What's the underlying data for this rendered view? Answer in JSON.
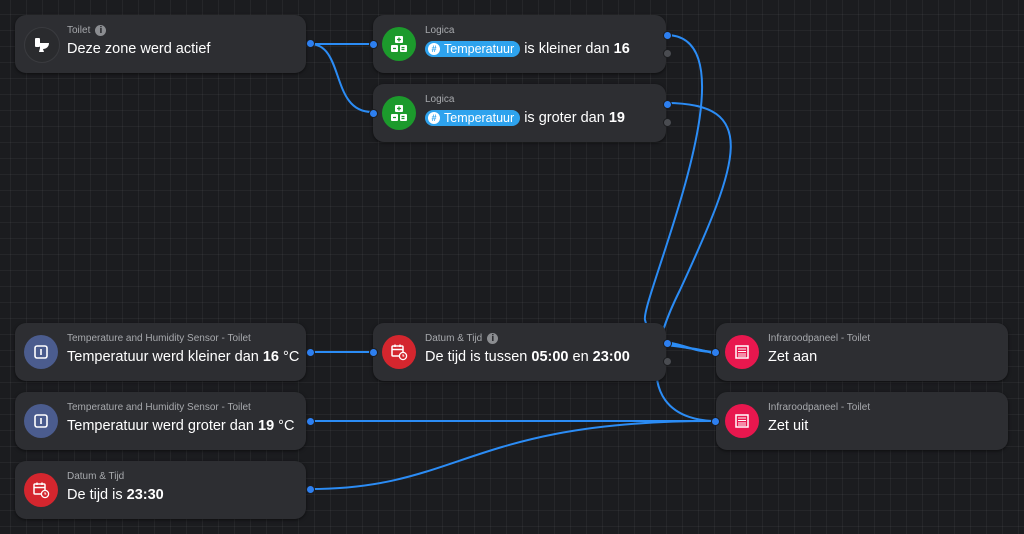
{
  "colors": {
    "wire": "#2b8cf5",
    "logic_green": "#1c9a2c",
    "datetime_red": "#d4262e",
    "infrared_pink": "#e8174e",
    "sensor_blue": "#4b5c8e",
    "toilet_dark": "#2a2b2e",
    "tag_blue": "#2ea3ee"
  },
  "nodes": {
    "toilet": {
      "subtitle": "Toilet",
      "text": "Deze zone werd actief",
      "icon": "toilet-icon"
    },
    "logic1": {
      "subtitle": "Logica",
      "tag": "Temperatuur",
      "text_pre": "is kleiner dan ",
      "value": "16",
      "icon": "logic-icon"
    },
    "logic2": {
      "subtitle": "Logica",
      "tag": "Temperatuur",
      "text_pre": "is groter dan ",
      "value": "19",
      "icon": "logic-icon"
    },
    "sensor1": {
      "subtitle": "Temperature and Humidity Sensor - Toilet",
      "text_pre": "Temperatuur werd kleiner dan ",
      "value": "16",
      "unit": " °C",
      "icon": "sensor-icon"
    },
    "sensor2": {
      "subtitle": "Temperature and Humidity Sensor - Toilet",
      "text_pre": "Temperatuur werd groter dan ",
      "value": "19",
      "unit": " °C",
      "icon": "sensor-icon"
    },
    "datetime1": {
      "subtitle": "Datum & Tijd",
      "text_pre": "De tijd is tussen ",
      "value1": "05:00",
      "text_mid": " en ",
      "value2": "23:00",
      "icon": "calendar-clock-icon"
    },
    "datetime2": {
      "subtitle": "Datum & Tijd",
      "text_pre": "De tijd is ",
      "value": "23:30",
      "icon": "calendar-clock-icon"
    },
    "infra1": {
      "subtitle": "Infraroodpaneel - Toilet",
      "text": "Zet aan",
      "icon": "panel-icon"
    },
    "infra2": {
      "subtitle": "Infraroodpaneel - Toilet",
      "text": "Zet uit",
      "icon": "panel-icon"
    }
  }
}
